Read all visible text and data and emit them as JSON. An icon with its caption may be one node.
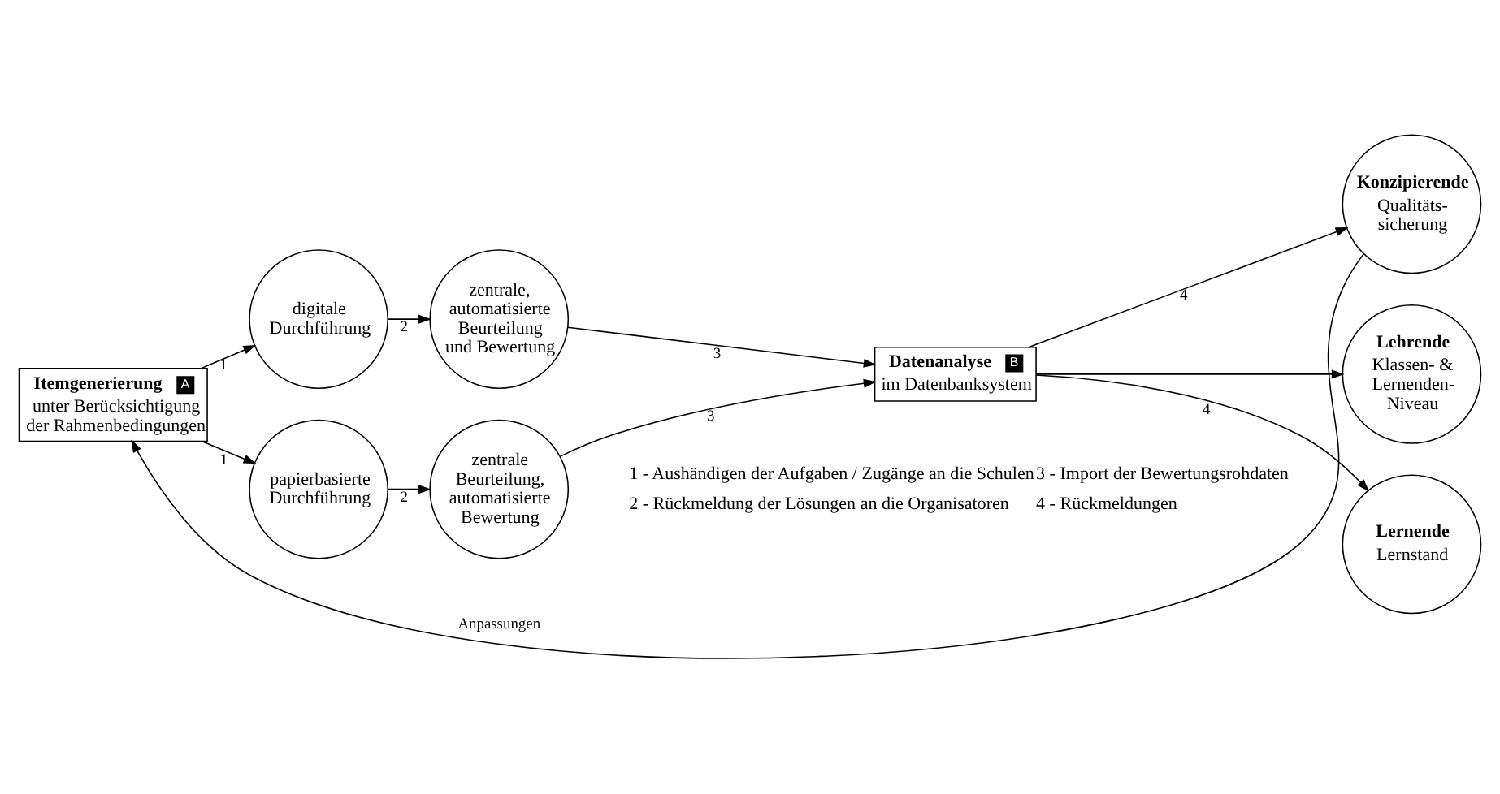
{
  "diagram": {
    "nodes": [
      {
        "text": [
          "Itemgenerierung",
          "A",
          "unter Berücksichtigung der Rahmenbedingungen"
        ]
      },
      {
        "text": [
          "digitale Durchführung"
        ]
      },
      {
        "text": [
          "zentrale, automatisierte Beurteilung und Bewertung"
        ]
      },
      {
        "text": [
          "papierbasierte Durchführung"
        ]
      },
      {
        "text": [
          "zentrale Beurteilung, automatisierte Bewertung"
        ]
      },
      {
        "text": [
          "Datenanalyse",
          "B",
          "im Datenbanksystem"
        ]
      },
      {
        "text": [
          "Konzipierende",
          "Qualitäts- sicherung"
        ]
      },
      {
        "text": [
          "Lehrende",
          "Klassen- & Lernenden- Niveau"
        ]
      },
      {
        "text": [
          "Lernende",
          "Lernstand"
        ]
      }
    ],
    "edges": [
      {
        "from": 0,
        "to": 1,
        "arrow": "to",
        "label": "1"
      },
      {
        "from": 1,
        "to": 2,
        "arrow": "to",
        "label": "2"
      },
      {
        "from": 2,
        "to": 5,
        "arrow": "to",
        "label": "3"
      },
      {
        "from": 0,
        "to": 3,
        "arrow": "to",
        "label": "1"
      },
      {
        "from": 3,
        "to": 4,
        "arrow": "to",
        "label": "2"
      },
      {
        "from": 4,
        "to": 5,
        "arrow": "to",
        "label": "3"
      },
      {
        "from": 5,
        "to": 6,
        "arrow": "to",
        "label": "4"
      },
      {
        "from": 5,
        "to": 7,
        "arrow": "to"
      },
      {
        "from": 5,
        "to": 8,
        "arrow": "to",
        "label": "4"
      },
      {
        "from": 6,
        "to": 0,
        "arrow": "to",
        "label": "Anpassungen"
      }
    ],
    "labels": [
      "1 - Aushändigen der Aufgaben / Zugänge an die Schulen",
      "3 - Import der Bewertungsrohdaten",
      "2 - Rückmeldung der Lösungen an die Organisatoren",
      "4 - Rückmeldungen"
    ]
  }
}
